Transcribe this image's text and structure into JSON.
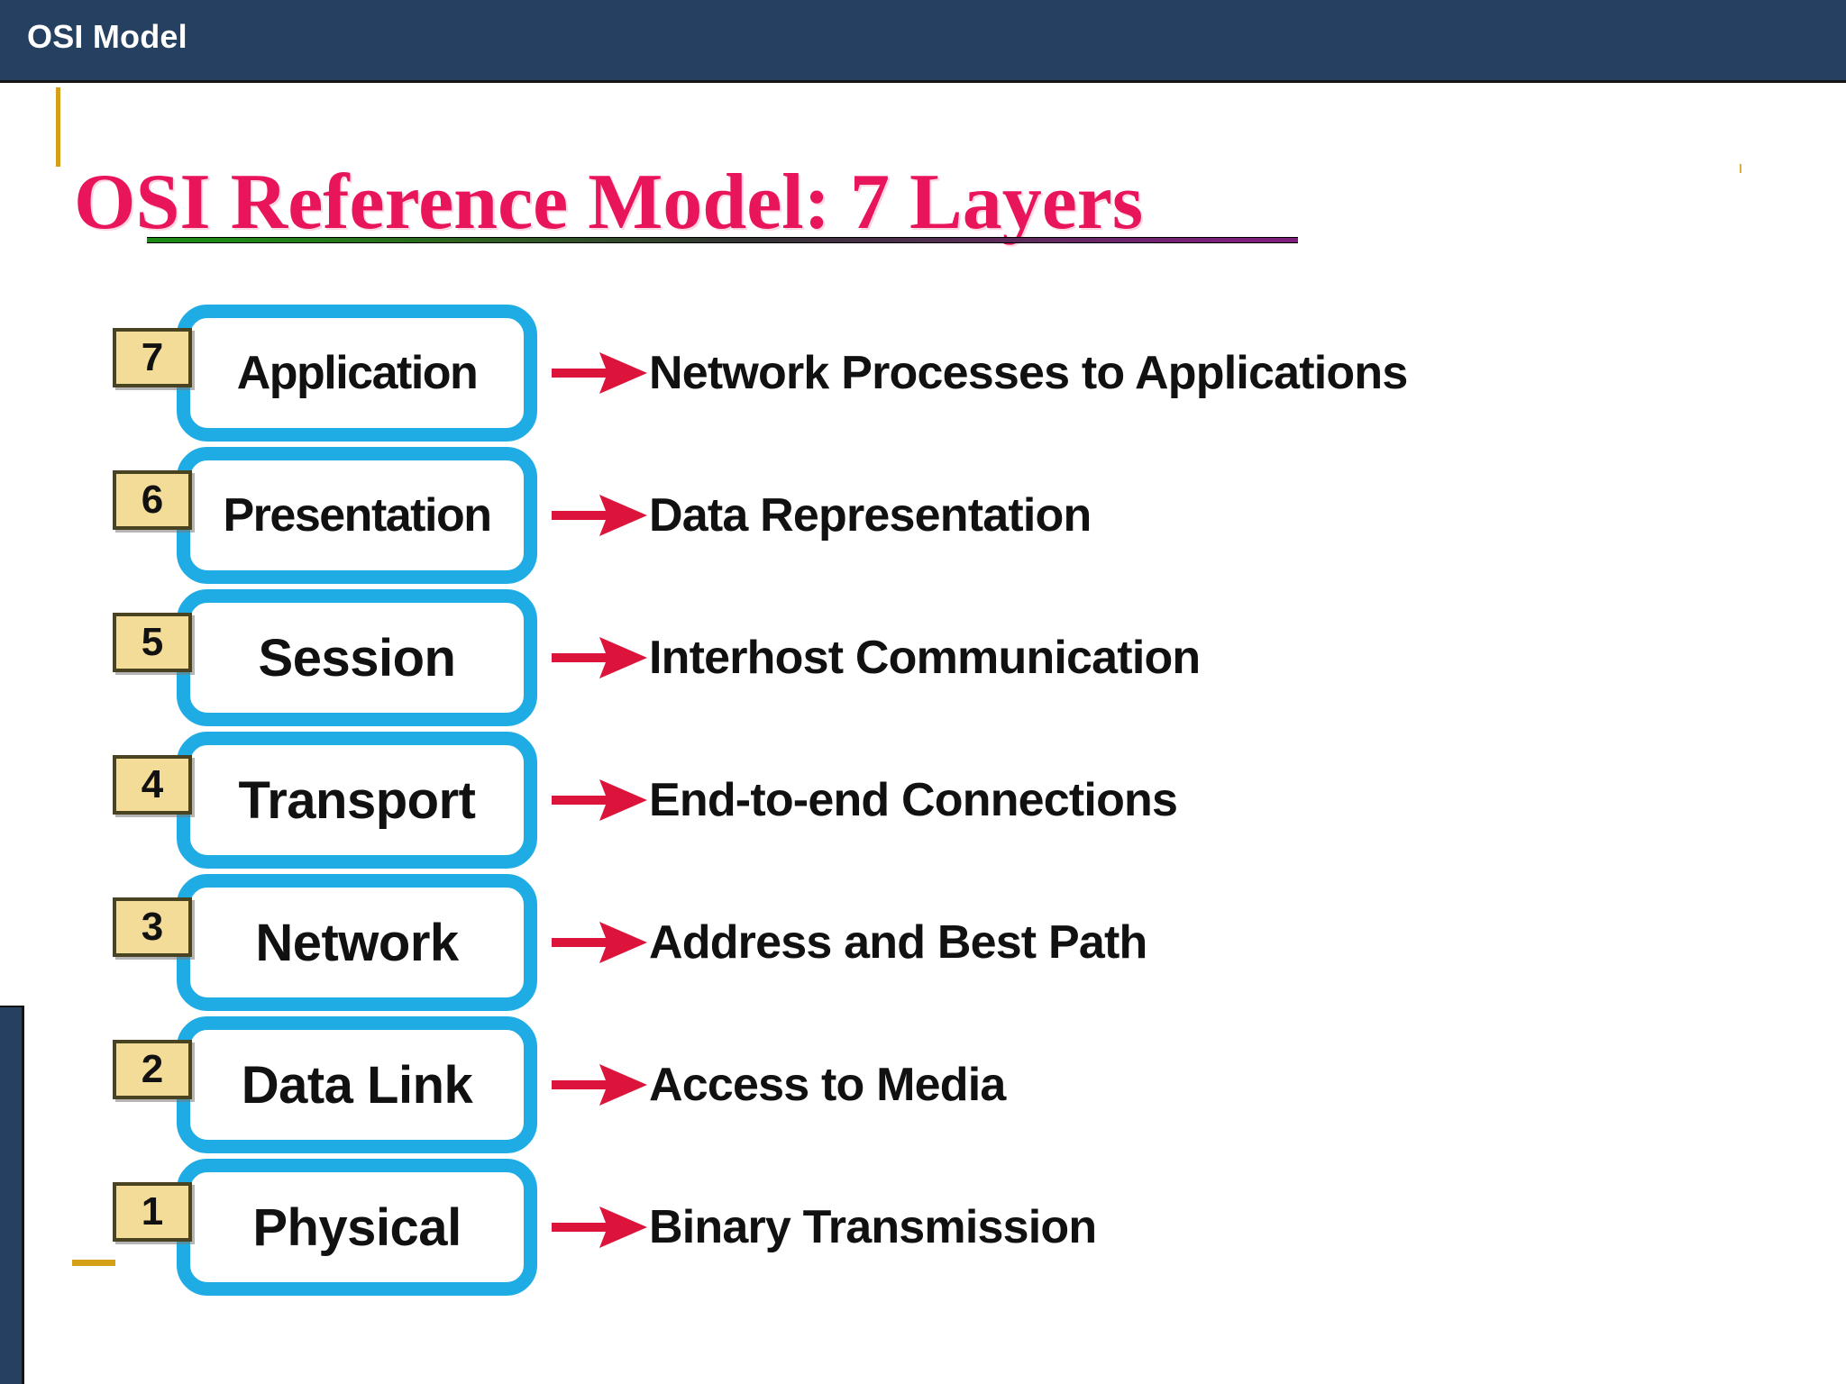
{
  "header": {
    "title": "OSI Model",
    "background_color": "#264061",
    "text_color": "#ffffff"
  },
  "slide": {
    "title": "OSI Reference Model: 7 Layers",
    "title_color": "#E8155B",
    "divider": {
      "start_color": "#1E8A16",
      "end_color": "#7B1F7B"
    },
    "accent_color": "#D3A017",
    "background_color": "#ffffff"
  },
  "diagram": {
    "name": "osi-seven-layer-stack",
    "layer_border_color": "#1FACE4",
    "number_badge_color": "#F2DC97",
    "arrow_color": "#DC143C",
    "layers": [
      {
        "number": "7",
        "name": "Application",
        "description": "Network Processes to Applications"
      },
      {
        "number": "6",
        "name": "Presentation",
        "description": "Data Representation"
      },
      {
        "number": "5",
        "name": "Session",
        "description": "Interhost Communication"
      },
      {
        "number": "4",
        "name": "Transport",
        "description": "End-to-end Connections"
      },
      {
        "number": "3",
        "name": "Network",
        "description": "Address and Best Path"
      },
      {
        "number": "2",
        "name": "Data Link",
        "description": "Access to Media"
      },
      {
        "number": "1",
        "name": "Physical",
        "description": "Binary Transmission"
      }
    ]
  }
}
